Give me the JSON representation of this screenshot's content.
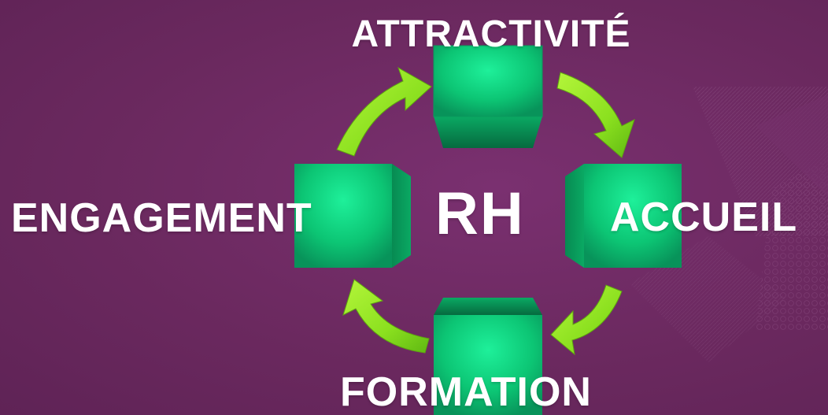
{
  "diagram": {
    "center_label": "RH",
    "nodes": {
      "top": "ATTRACTIVITÉ",
      "right": "ACCUEIL",
      "bottom": "FORMATION",
      "left": "ENGAGEMENT"
    }
  },
  "colors": {
    "background": "#6d2a62",
    "box": "#0fbf6d",
    "box_glow": "#19e88c",
    "arrow": "#8fe21f",
    "text": "#ffffff"
  }
}
